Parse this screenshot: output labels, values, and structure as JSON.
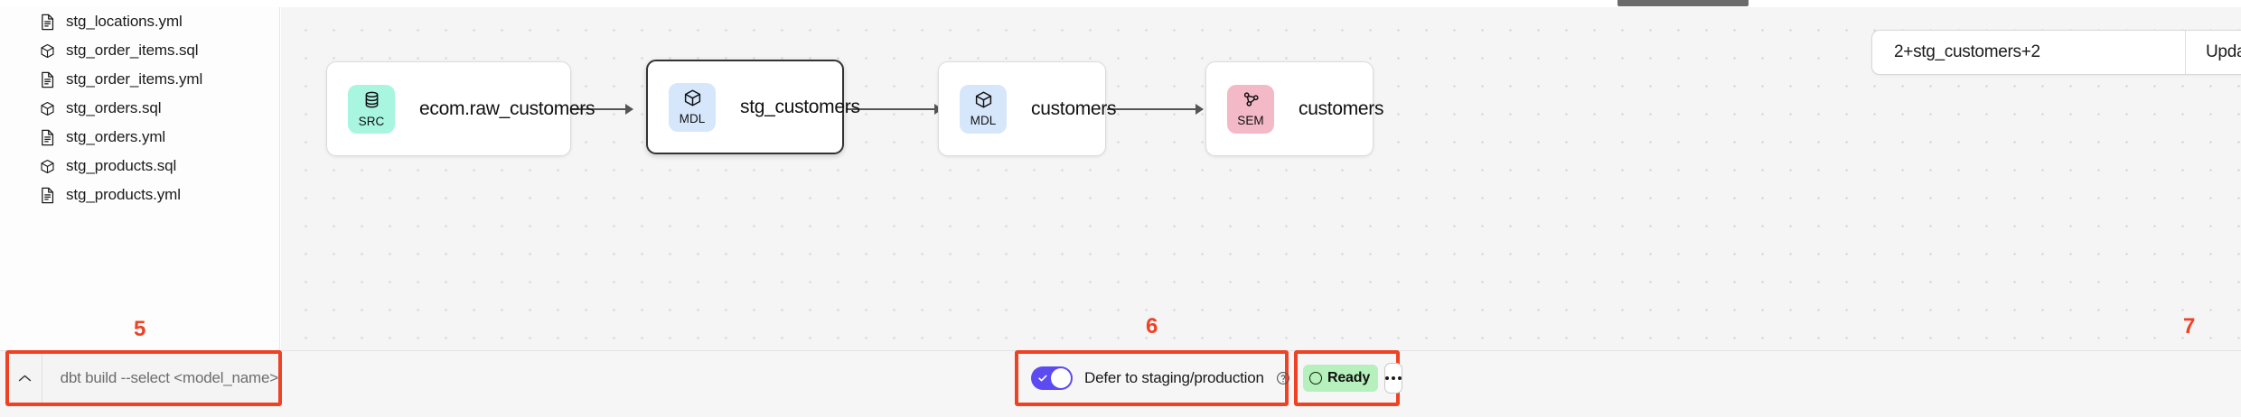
{
  "file_tree": {
    "items": [
      {
        "name": "stg_locations.yml",
        "icon": "file-yml-icon"
      },
      {
        "name": "stg_order_items.sql",
        "icon": "cube-sql-icon"
      },
      {
        "name": "stg_order_items.yml",
        "icon": "file-yml-icon"
      },
      {
        "name": "stg_orders.sql",
        "icon": "cube-sql-icon"
      },
      {
        "name": "stg_orders.yml",
        "icon": "file-yml-icon"
      },
      {
        "name": "stg_products.sql",
        "icon": "cube-sql-icon"
      },
      {
        "name": "stg_products.yml",
        "icon": "file-yml-icon"
      }
    ]
  },
  "command_bar": {
    "collapse_icon": "chevron-up-icon",
    "placeholder": "dbt build --select <model_name>",
    "value": ""
  },
  "graph_toolbar": {
    "lineage_selector_value": "2+stg_customers+2",
    "lineage_selector_placeholder": "2+stg_customers+2",
    "update_graph_label": "Update Graph",
    "fullscreen_icon": "fullscreen-icon",
    "refresh_icon": "refresh-icon"
  },
  "graph": {
    "nodes": [
      {
        "badge": "SRC",
        "badge_icon": "database-icon",
        "label": "ecom.raw_customers",
        "badge_color": "#a8f5e0",
        "selected": false
      },
      {
        "badge": "MDL",
        "badge_icon": "cube-icon",
        "label": "stg_customers",
        "badge_color": "#d6e6fb",
        "selected": true
      },
      {
        "badge": "MDL",
        "badge_icon": "cube-icon",
        "label": "customers",
        "badge_color": "#d6e6fb",
        "selected": false
      },
      {
        "badge": "SEM",
        "badge_icon": "graph-nodes-icon",
        "label": "customers",
        "badge_color": "#f3b9c6",
        "selected": false
      }
    ]
  },
  "status_bar": {
    "defer": {
      "label": "Defer to staging/production",
      "enabled": true,
      "help_icon": "question-circle-icon",
      "toggle_color": "#5b4bf0"
    },
    "status": {
      "label": "Ready",
      "badge_color": "#b6f0bc",
      "dot_icon": "circle-icon",
      "more_icon": "ellipsis-icon"
    }
  },
  "annotations": [
    {
      "id": "5",
      "value": "5"
    },
    {
      "id": "6",
      "value": "6"
    },
    {
      "id": "7",
      "value": "7"
    }
  ],
  "colors": {
    "annotation": "#ef4123",
    "canvas": "#f5f5f5"
  }
}
